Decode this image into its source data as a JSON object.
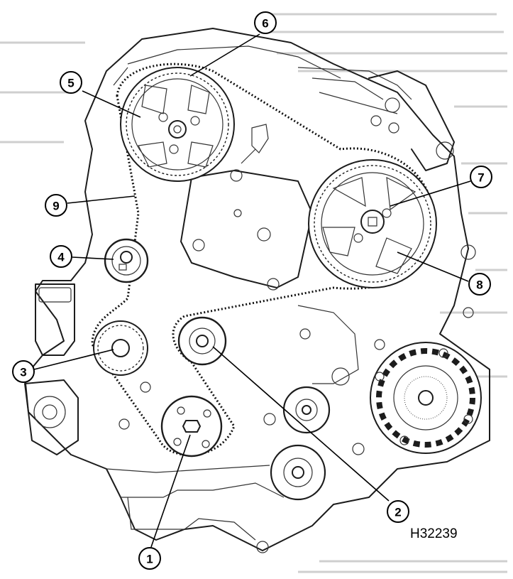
{
  "callouts": [
    {
      "label": "1",
      "target": "crankshaft-pulley"
    },
    {
      "label": "2",
      "target": "idler-pulley"
    },
    {
      "label": "3",
      "target": "water-pump-pulley"
    },
    {
      "label": "4",
      "target": "tensioner-pulley"
    },
    {
      "label": "5",
      "target": "camshaft-sprocket"
    },
    {
      "label": "6",
      "target": "timing-belt-top"
    },
    {
      "label": "7",
      "target": "injection-pump-sprocket"
    },
    {
      "label": "8",
      "target": "injection-pump-sprocket-rim"
    },
    {
      "label": "9",
      "target": "timing-belt-left"
    }
  ],
  "reference_code": "H32239",
  "colors": {
    "line": "#1c1c1c",
    "background": "#ffffff",
    "faded_text": "#cfcfcf"
  }
}
